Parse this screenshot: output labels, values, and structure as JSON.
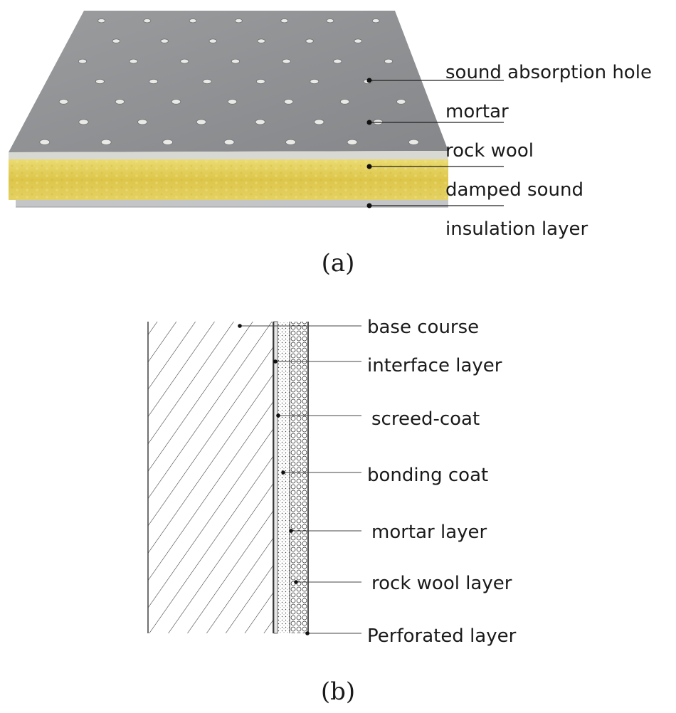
{
  "panel_a": {
    "caption": "(a)",
    "labels": [
      "sound absorption hole",
      "mortar",
      "rock wool",
      "damped sound",
      "insulation layer"
    ],
    "colors": {
      "panel_top": "#8e9092",
      "panel_front": "#d5d5d0",
      "rock_wool": "#e3cf4e",
      "base_strip": "#c7c8ca"
    }
  },
  "panel_b": {
    "caption": "(b)",
    "labels": [
      "base course",
      "interface layer",
      "screed-coat",
      "bonding coat",
      "mortar layer",
      "rock wool  layer",
      "Perforated layer"
    ]
  }
}
